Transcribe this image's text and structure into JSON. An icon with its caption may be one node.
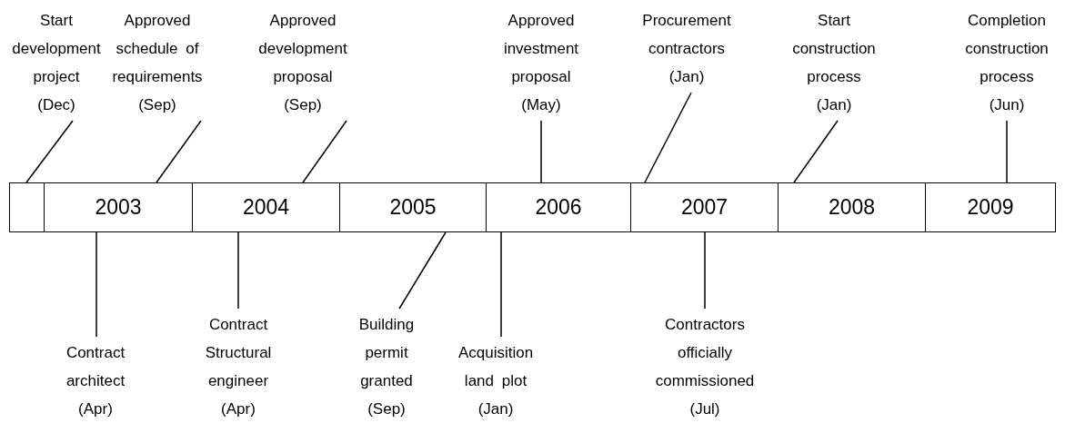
{
  "diagram": {
    "nodes": [
      {
        "text": [
          "Start development project (Dec)"
        ]
      },
      {
        "text": [
          "Approved schedule of requirements (Sep)"
        ]
      },
      {
        "text": [
          "Approved development proposal (Sep)"
        ]
      },
      {
        "text": [
          "Approved investment proposal (May)"
        ]
      },
      {
        "text": [
          "Procurement contractors (Jan)"
        ]
      },
      {
        "text": [
          "Start construction process (Jan)"
        ]
      },
      {
        "text": [
          "Completion construction process (Jun)"
        ]
      },
      {
        "text": [],
        "shape": "box"
      },
      {
        "text": [
          "2003"
        ]
      },
      {
        "text": [
          "2004"
        ]
      },
      {
        "text": [
          "2005"
        ]
      },
      {
        "text": [
          "2006"
        ]
      },
      {
        "text": [
          "2007"
        ]
      },
      {
        "text": [
          "2008"
        ]
      },
      {
        "text": [
          "2009"
        ]
      },
      {
        "text": [
          "Contract architect (Apr)"
        ]
      },
      {
        "text": [
          "Contract Structural engineer (Apr)"
        ]
      },
      {
        "text": [
          "Building permit granted (Sep)"
        ]
      },
      {
        "text": [
          "Acquisition land plot (Jan)"
        ]
      },
      {
        "text": [
          "Contractors officially commissioned (Jul)"
        ]
      }
    ],
    "edges": [
      {
        "from": 0,
        "to": 7,
        "arrow": "none"
      },
      {
        "from": 1,
        "to": 8,
        "arrow": "none"
      },
      {
        "from": 2,
        "to": 9,
        "arrow": "none"
      },
      {
        "from": 3,
        "to": 11,
        "arrow": "none"
      },
      {
        "from": 4,
        "to": 12,
        "arrow": "none"
      },
      {
        "from": 5,
        "to": 13,
        "arrow": "none"
      },
      {
        "from": 6,
        "to": 14,
        "arrow": "none"
      },
      {
        "from": 15,
        "to": 8,
        "arrow": "none"
      },
      {
        "from": 16,
        "to": 9,
        "arrow": "none"
      },
      {
        "from": 17,
        "to": 10,
        "arrow": "none"
      },
      {
        "from": 18,
        "to": 11,
        "arrow": "none"
      },
      {
        "from": 19,
        "to": 12,
        "arrow": "none"
      }
    ]
  }
}
